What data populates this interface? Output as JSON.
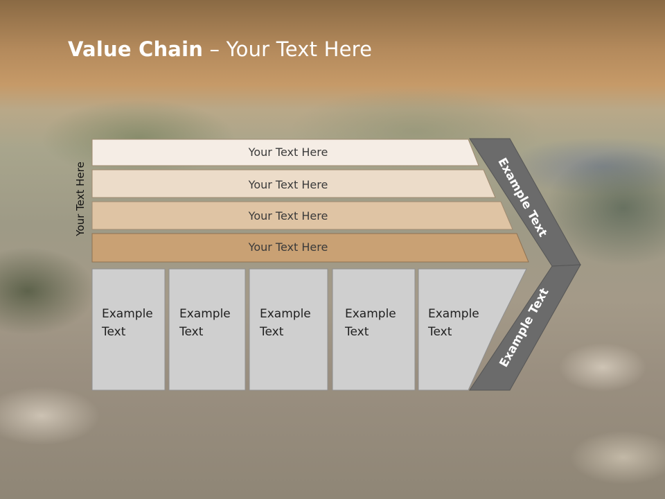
{
  "slide": {
    "title_bold": "Value Chain",
    "title_rest": " – Your Text Here",
    "side_label": "Your Text Here"
  },
  "bands": [
    {
      "label": "Your Text Here",
      "color": "#f5ede5"
    },
    {
      "label": "Your Text Here",
      "color": "#ecdcc9"
    },
    {
      "label": "Your Text Here",
      "color": "#dfc4a4"
    },
    {
      "label": "Your Text Here",
      "color": "#c9a174"
    }
  ],
  "boxes": [
    {
      "line1": "Example",
      "line2": "Text"
    },
    {
      "line1": "Example",
      "line2": "Text"
    },
    {
      "line1": "Example",
      "line2": "Text"
    },
    {
      "line1": "Example",
      "line2": "Text"
    },
    {
      "line1": "Example",
      "line2": "Text"
    }
  ],
  "arrow": {
    "upper_label": "Example Text",
    "lower_label": "Example Text",
    "color": "#6b6b6b"
  },
  "colors": {
    "box_fill": "#cfcfcf",
    "box_stroke": "#8f8f8f"
  }
}
